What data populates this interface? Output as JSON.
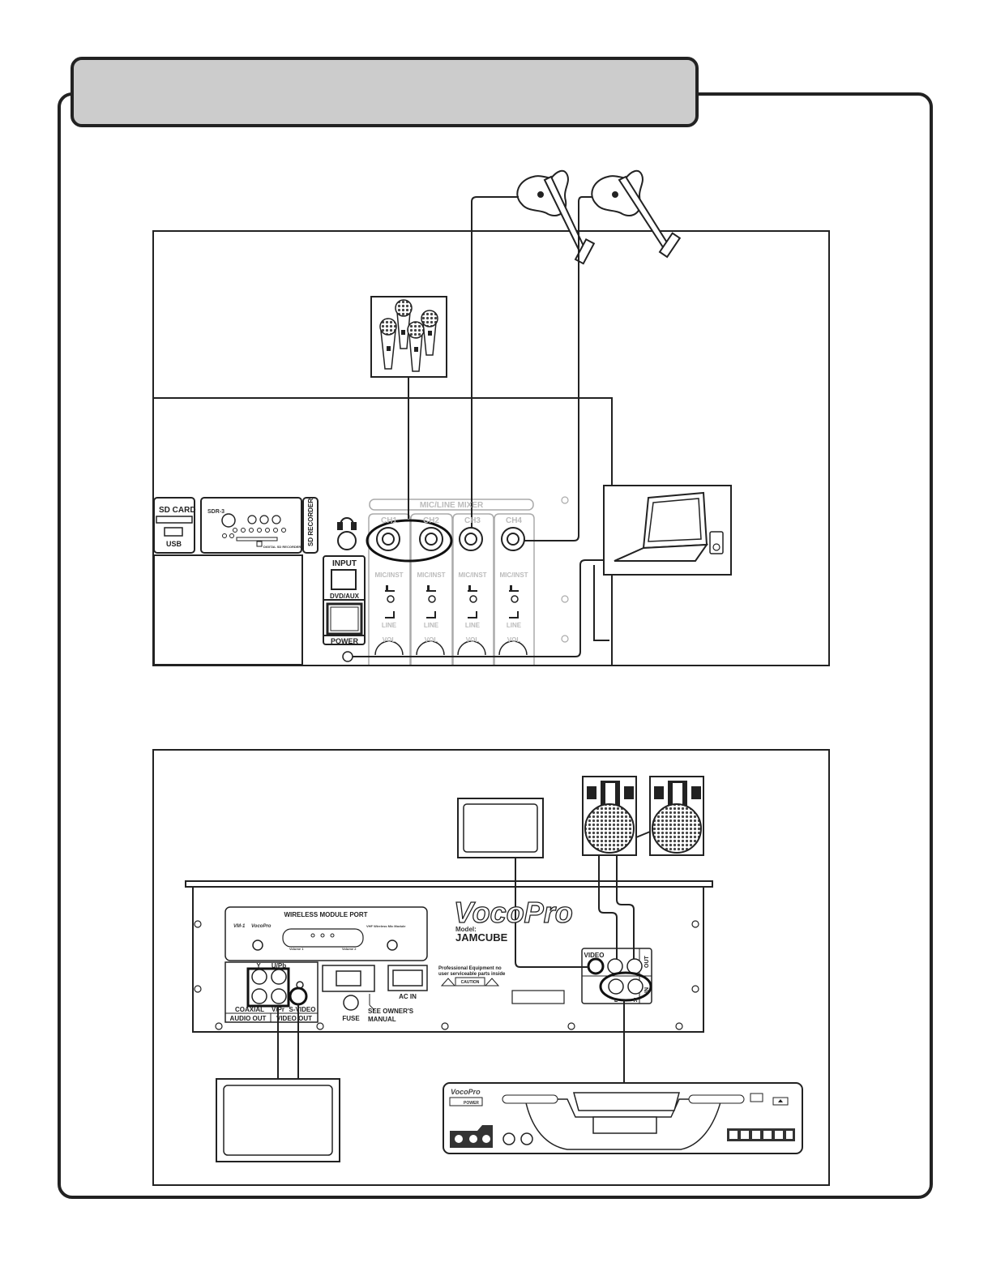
{
  "front_panel": {
    "sd_card": "SD CARD",
    "usb": "USB",
    "sdr_model": "SDR-3",
    "sd_footer": "DIGITAL SD RECORDER",
    "sd_recorder": "SD RECORDER",
    "mixer_title": "MIC/LINE MIXER",
    "channels": [
      {
        "name": "CH1",
        "mode_top": "MIC/INST",
        "mode_bottom": "LINE",
        "vol": "VOL"
      },
      {
        "name": "CH2",
        "mode_top": "MIC/INST",
        "mode_bottom": "LINE",
        "vol": "VOL"
      },
      {
        "name": "CH3",
        "mode_top": "MIC/INST",
        "mode_bottom": "LINE",
        "vol": "VOL"
      },
      {
        "name": "CH4",
        "mode_top": "MIC/INST",
        "mode_bottom": "LINE",
        "vol": "VOL"
      }
    ],
    "input": "INPUT",
    "dvd_aux": "DVD/AUX",
    "power": "POWER"
  },
  "rear_panel": {
    "wireless_module_port": "WIRELESS MODULE PORT",
    "vm1": "VM-1",
    "vocopro_small": "VocoPro",
    "vhf_module": "VHF Wireless Mic Module",
    "volume1": "Volume 1",
    "volume2": "Volume 2",
    "logo": "VocoPro",
    "model_label": "Model:",
    "model_name": "JAMCUBE",
    "y_label": "Y",
    "ub_label": "U/Pb",
    "coaxial": "COAXIAL",
    "vpr": "V/Pr",
    "svideo": "S-VIDEO",
    "audio_out": "AUDIO OUT",
    "video_out": "VIDEO OUT",
    "fuse": "FUSE",
    "see_manual_1": "SEE OWNER'S",
    "see_manual_2": "MANUAL",
    "ac_in": "AC IN",
    "pro_equipment_1": "Professional Equipment no",
    "pro_equipment_2": "user serviceable parts inside",
    "caution": "CAUTION",
    "video": "VIDEO",
    "out": "OUT",
    "in": "IN",
    "l": "L",
    "r": "R"
  },
  "player": {
    "brand": "VocoPro",
    "power": "POWER"
  },
  "colors": {
    "header_fill": "#cccccc",
    "stroke": "#222222",
    "speaker_grill": "#444444"
  }
}
